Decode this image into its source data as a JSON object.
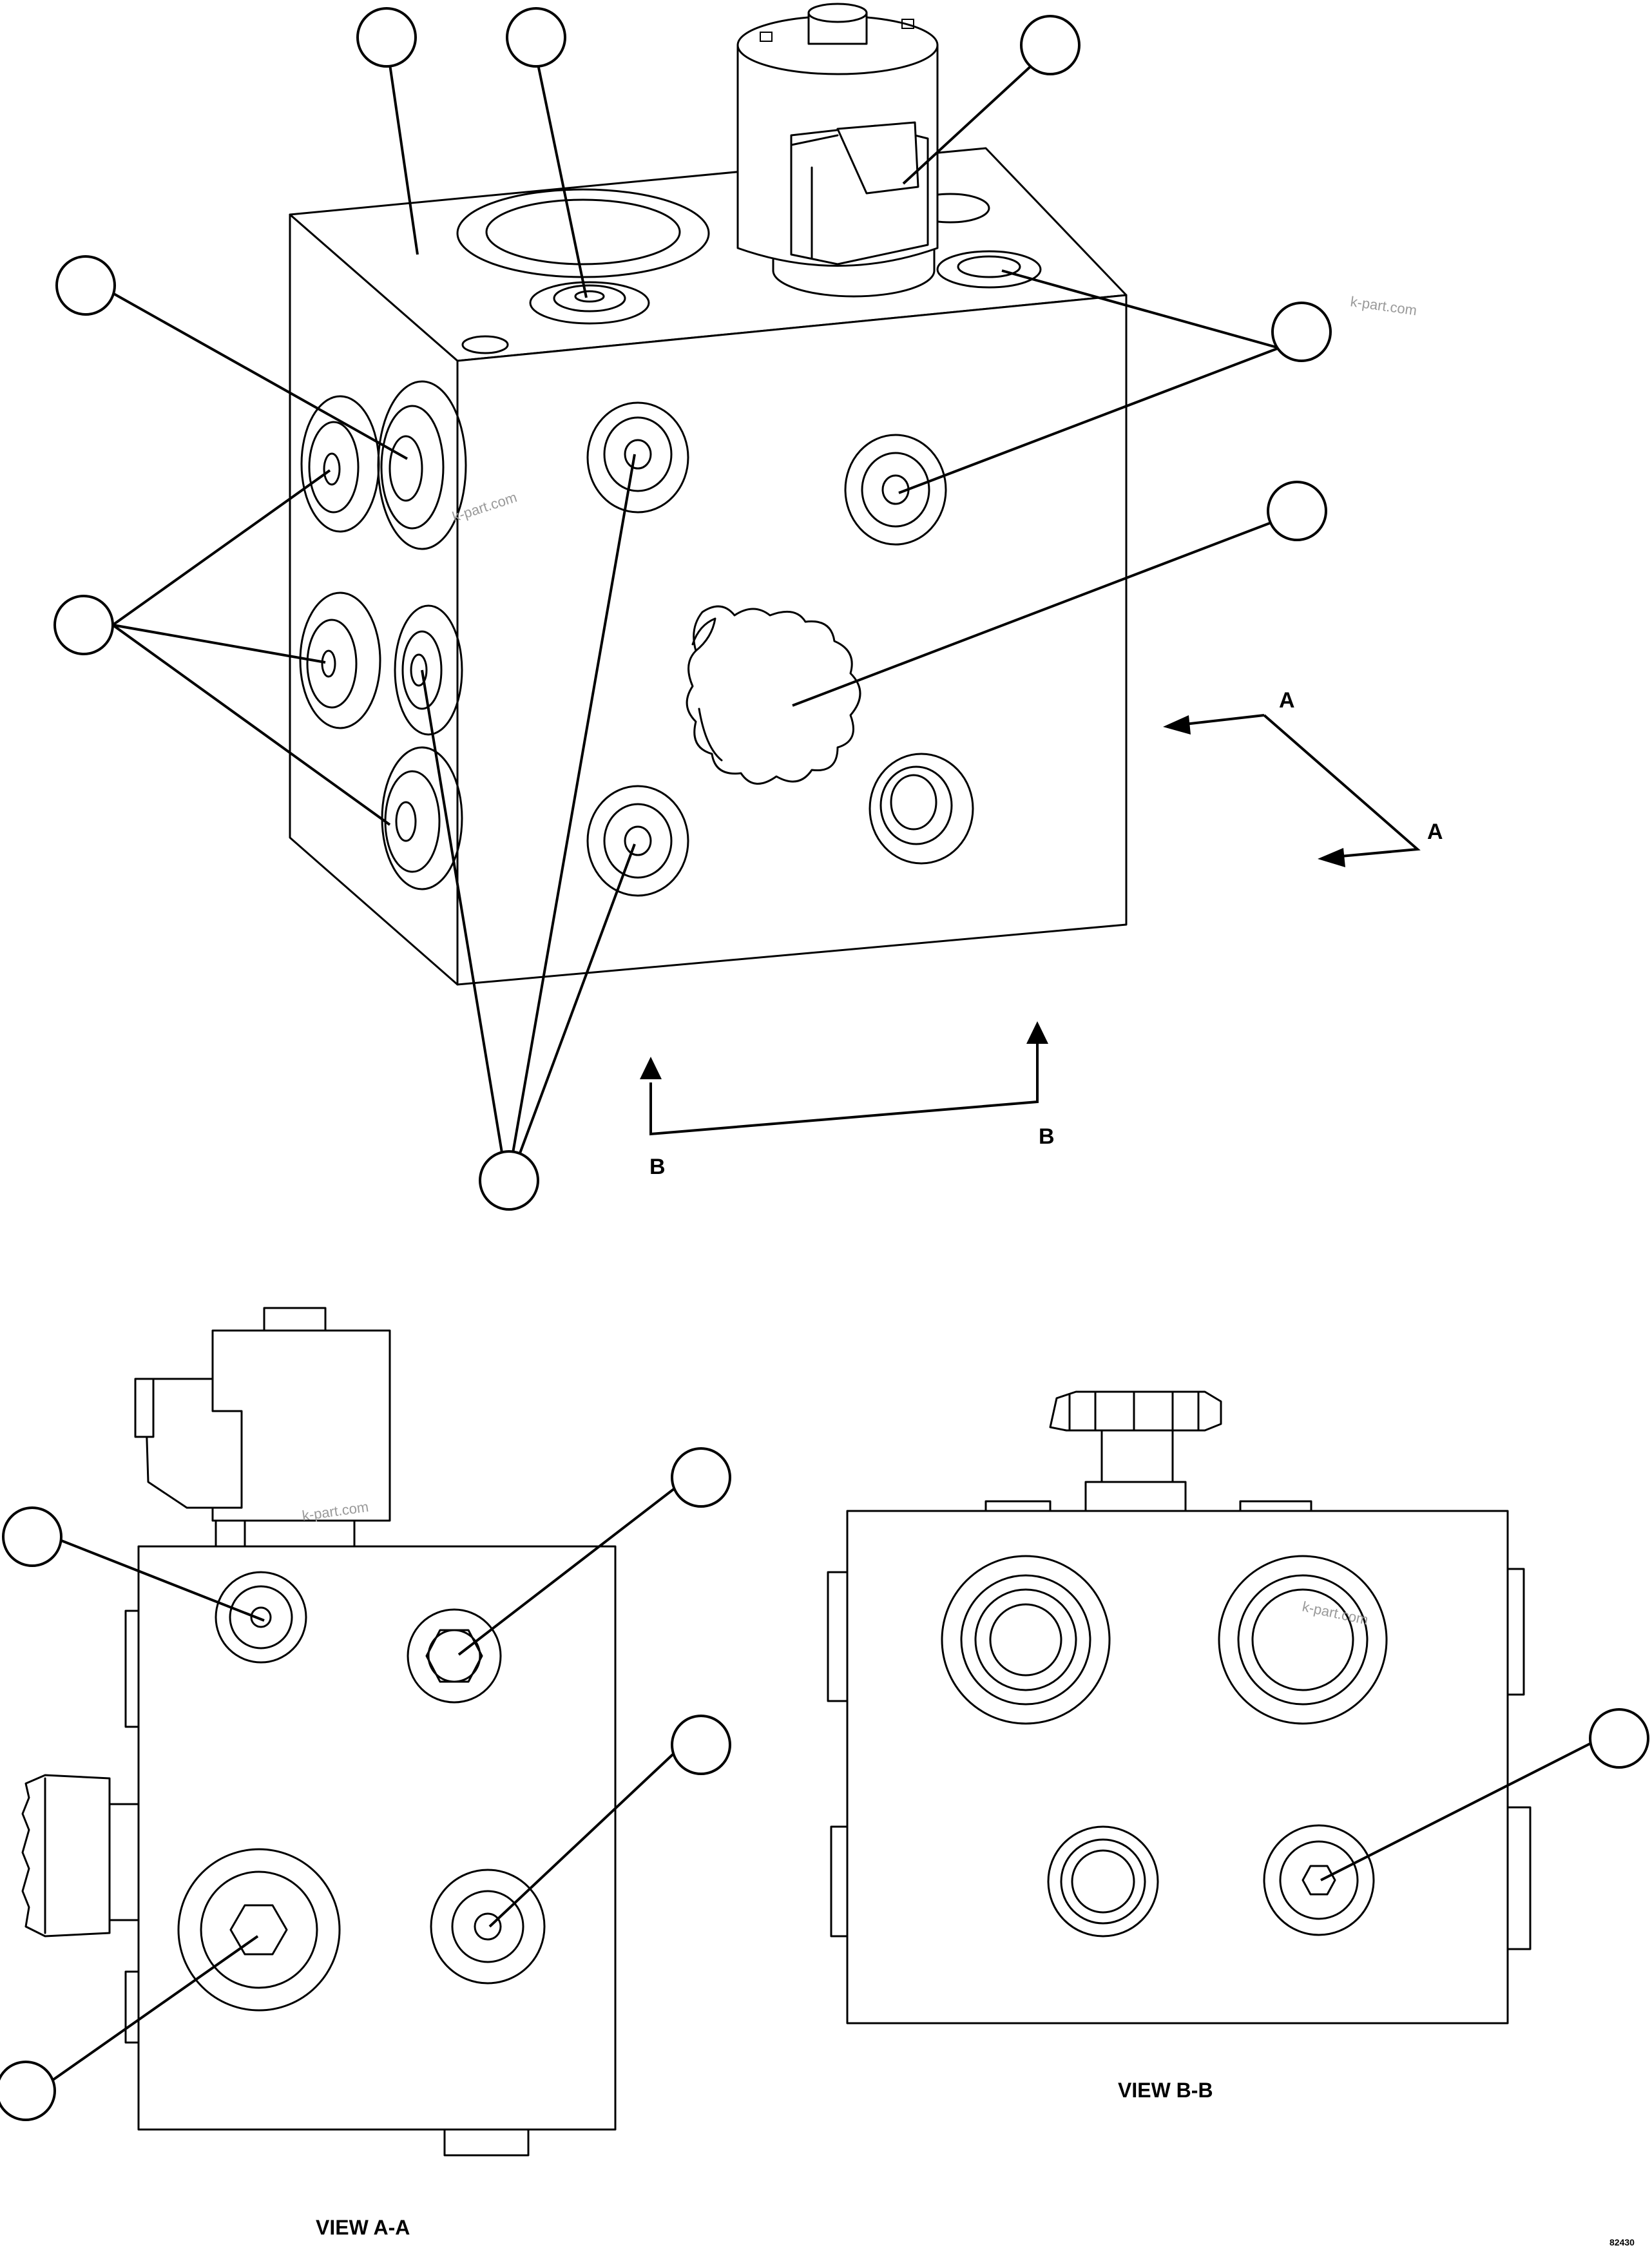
{
  "section_labels": {
    "a_top": "A",
    "a_bottom": "A",
    "b_left": "B",
    "b_right": "B"
  },
  "view_titles": {
    "view_a": "VIEW A-A",
    "view_b": "VIEW B-B"
  },
  "watermark": "k-part.com",
  "drawing_code": "82430"
}
